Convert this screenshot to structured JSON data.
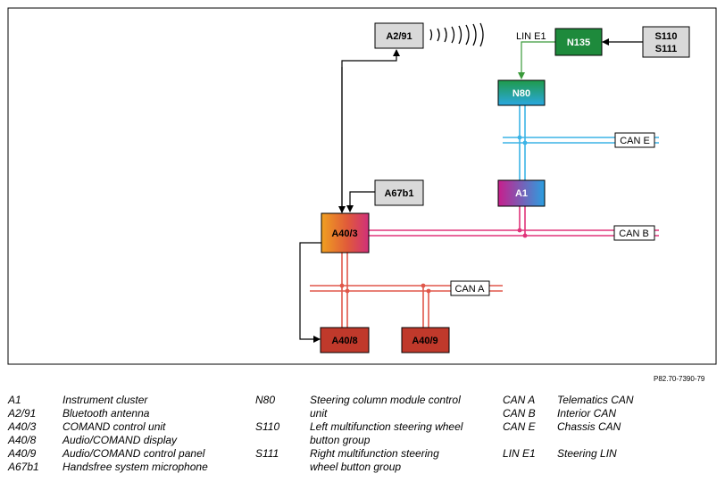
{
  "components": {
    "a2_91": "A2/91",
    "n135": "N135",
    "s110": "S110",
    "s111": "S111",
    "n80": "N80",
    "a1": "A1",
    "a67b1": "A67b1",
    "a40_3": "A40/3",
    "a40_8": "A40/8",
    "a40_9": "A40/9"
  },
  "buses": {
    "lin_e1": "LIN E1",
    "can_e": "CAN E",
    "can_b": "CAN B",
    "can_a": "CAN A"
  },
  "reference": "P82.70-7390-79",
  "legend": {
    "col1": [
      {
        "code": "A1",
        "desc": "Instrument cluster"
      },
      {
        "code": "A2/91",
        "desc": "Bluetooth antenna"
      },
      {
        "code": "A40/3",
        "desc": "COMAND control unit"
      },
      {
        "code": "A40/8",
        "desc": "Audio/COMAND display"
      },
      {
        "code": "A40/9",
        "desc": "Audio/COMAND control panel"
      },
      {
        "code": "A67b1",
        "desc": "Handsfree system microphone"
      }
    ],
    "col2": [
      {
        "code": "N80",
        "desc": "Steering column module control",
        "desc2": "unit"
      },
      {
        "code": "S110",
        "desc": "Left multifunction steering wheel",
        "desc2": "button group"
      },
      {
        "code": "S111",
        "desc": "Right multifunction steering",
        "desc2": "wheel button group"
      }
    ],
    "col3": [
      {
        "code": "CAN A",
        "desc": "Telematics CAN"
      },
      {
        "code": "CAN B",
        "desc": "Interior CAN"
      },
      {
        "code": "CAN E",
        "desc": "Chassis CAN"
      },
      {
        "code": "LIN E1",
        "desc": "Steering LIN"
      }
    ]
  },
  "colors": {
    "can_e": "#3cb4e6",
    "can_b": "#e0337a",
    "can_a": "#e0574a",
    "lin": "#3a9a3a",
    "box_gray": "#d9d9d9",
    "n135_green": "#1e8a3c",
    "a40_red": "#c0392b"
  }
}
